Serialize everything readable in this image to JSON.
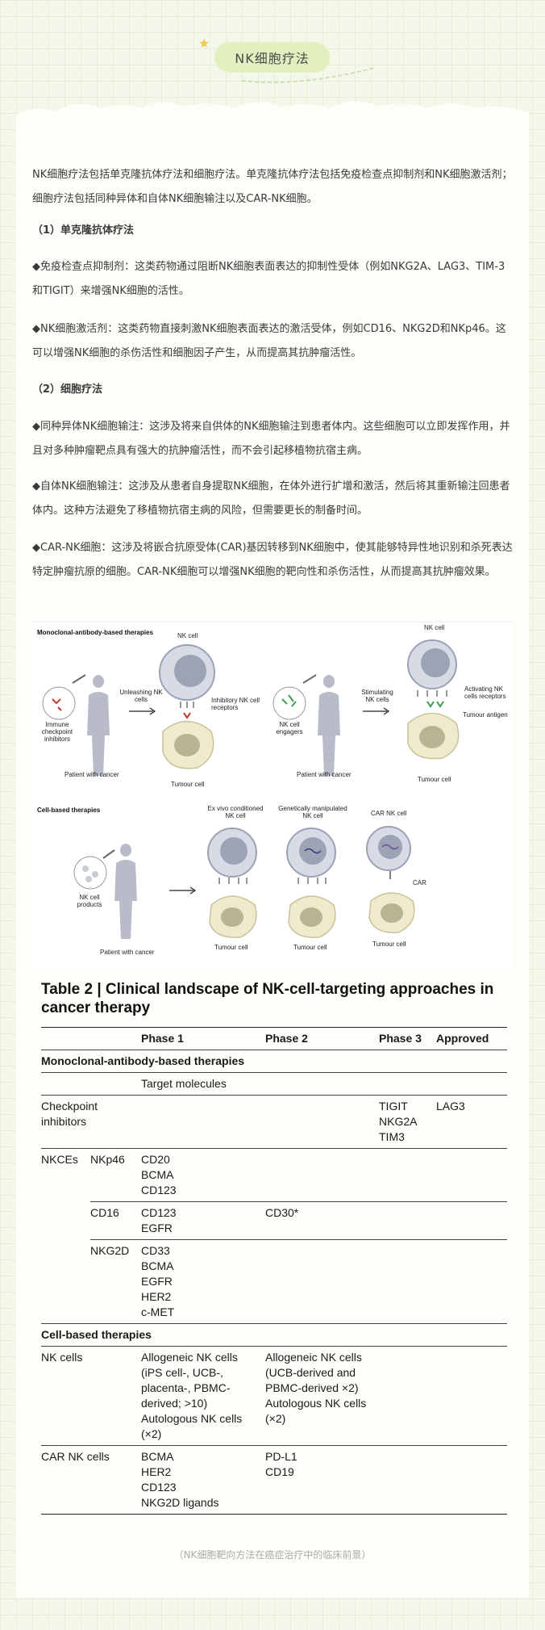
{
  "header": {
    "title": "NK细胞疗法"
  },
  "paragraphs": [
    "NK细胞疗法包括单克隆抗体疗法和细胞疗法。单克隆抗体疗法包括免疫检查点抑制剂和NK细胞激活剂；细胞疗法包括同种异体和自体NK细胞输注以及CAR-NK细胞。",
    "（1）单克隆抗体疗法",
    "◆免疫检查点抑制剂：这类药物通过阻断NK细胞表面表达的抑制性受体（例如NKG2A、LAG3、TIM-3和TIGIT）来增强NK细胞的活性。",
    "◆NK细胞激活剂：这类药物直接刺激NK细胞表面表达的激活受体，例如CD16、NKG2D和NKp46。这可以增强NK细胞的杀伤活性和细胞因子产生，从而提高其抗肿瘤活性。",
    "（2）细胞疗法",
    "◆同种异体NK细胞输注：这涉及将来自供体的NK细胞输注到患者体内。这些细胞可以立即发挥作用，并且对多种肿瘤靶点具有强大的抗肿瘤活性，而不会引起移植物抗宿主病。",
    "◆自体NK细胞输注：这涉及从患者自身提取NK细胞，在体外进行扩增和激活，然后将其重新输注回患者体内。这种方法避免了移植物抗宿主病的风险，但需要更长的制备时间。",
    "◆CAR-NK细胞：这涉及将嵌合抗原受体(CAR)基因转移到NK细胞中，使其能够特异性地识别和杀死表达特定肿瘤抗原的细胞。CAR-NK细胞可以增强NK细胞的靶向性和杀伤活性，从而提高其抗肿瘤效果。"
  ],
  "figure": {
    "mab_heading": "Monoclonal-antibody-based therapies",
    "cell_heading": "Cell-based therapies",
    "nk_cell": "NK cell",
    "unleashing": "Unleashing NK cells",
    "inhibitory": "Inhibitory NK cell receptors",
    "immune_checkpoint": "Immune checkpoint inhibitors",
    "patient1": "Patient with cancer",
    "tumour1": "Tumour cell",
    "stimulating": "Stimulating NK cells",
    "activating": "Activating NK cells receptors",
    "tumour_antigen": "Tumour antigen",
    "nk_engagers": "NK cell engagers",
    "patient2": "Patient with cancer",
    "tumour2": "Tumour cell",
    "ex_vivo": "Ex vivo conditioned NK cell",
    "genetically": "Genetically manipulated NK cell",
    "car_nk": "CAR NK cell",
    "car": "CAR",
    "nk_products": "NK cell products",
    "patient3": "Patient with cancer",
    "tumour3": "Tumour cell",
    "tumour4": "Tumour cell",
    "tumour5": "Tumour cell"
  },
  "table": {
    "title": "Table 2 | Clinical landscape of NK-cell-targeting approaches in cancer therapy",
    "headers": [
      "Phase 1",
      "Phase 2",
      "Phase 3",
      "Approved"
    ],
    "section_mab": "Monoclonal-antibody-based therapies",
    "target_molecules": "Target molecules",
    "checkpoint": {
      "label": "Checkpoint inhibitors",
      "phase3": "TIGIT\nNKG2A\nTIM3",
      "approved": "LAG3"
    },
    "nkces": "NKCEs",
    "nkp46": {
      "label": "NKp46",
      "phase1": "CD20\nBCMA\nCD123"
    },
    "cd16": {
      "label": "CD16",
      "phase1": "CD123\nEGFR",
      "phase2": "CD30*"
    },
    "nkg2d": {
      "label": "NKG2D",
      "phase1": "CD33\nBCMA\nEGFR\nHER2\nc-MET"
    },
    "section_cell": "Cell-based therapies",
    "nk_cells": {
      "label": "NK cells",
      "phase1": "Allogeneic NK cells (iPS cell-, UCB-, placenta-, PBMC-derived; >10) Autologous NK cells (×2)",
      "phase2": "Allogeneic NK cells (UCB-derived and PBMC-derived ×2) Autologous NK cells (×2)"
    },
    "car_nk_cells": {
      "label": "CAR NK cells",
      "phase1": "BCMA\nHER2\nCD123\nNKG2D ligands",
      "phase2": "PD-L1\nCD19"
    }
  },
  "caption": "（NK细胞靶向方法在癌症治疗中的临床前景）"
}
